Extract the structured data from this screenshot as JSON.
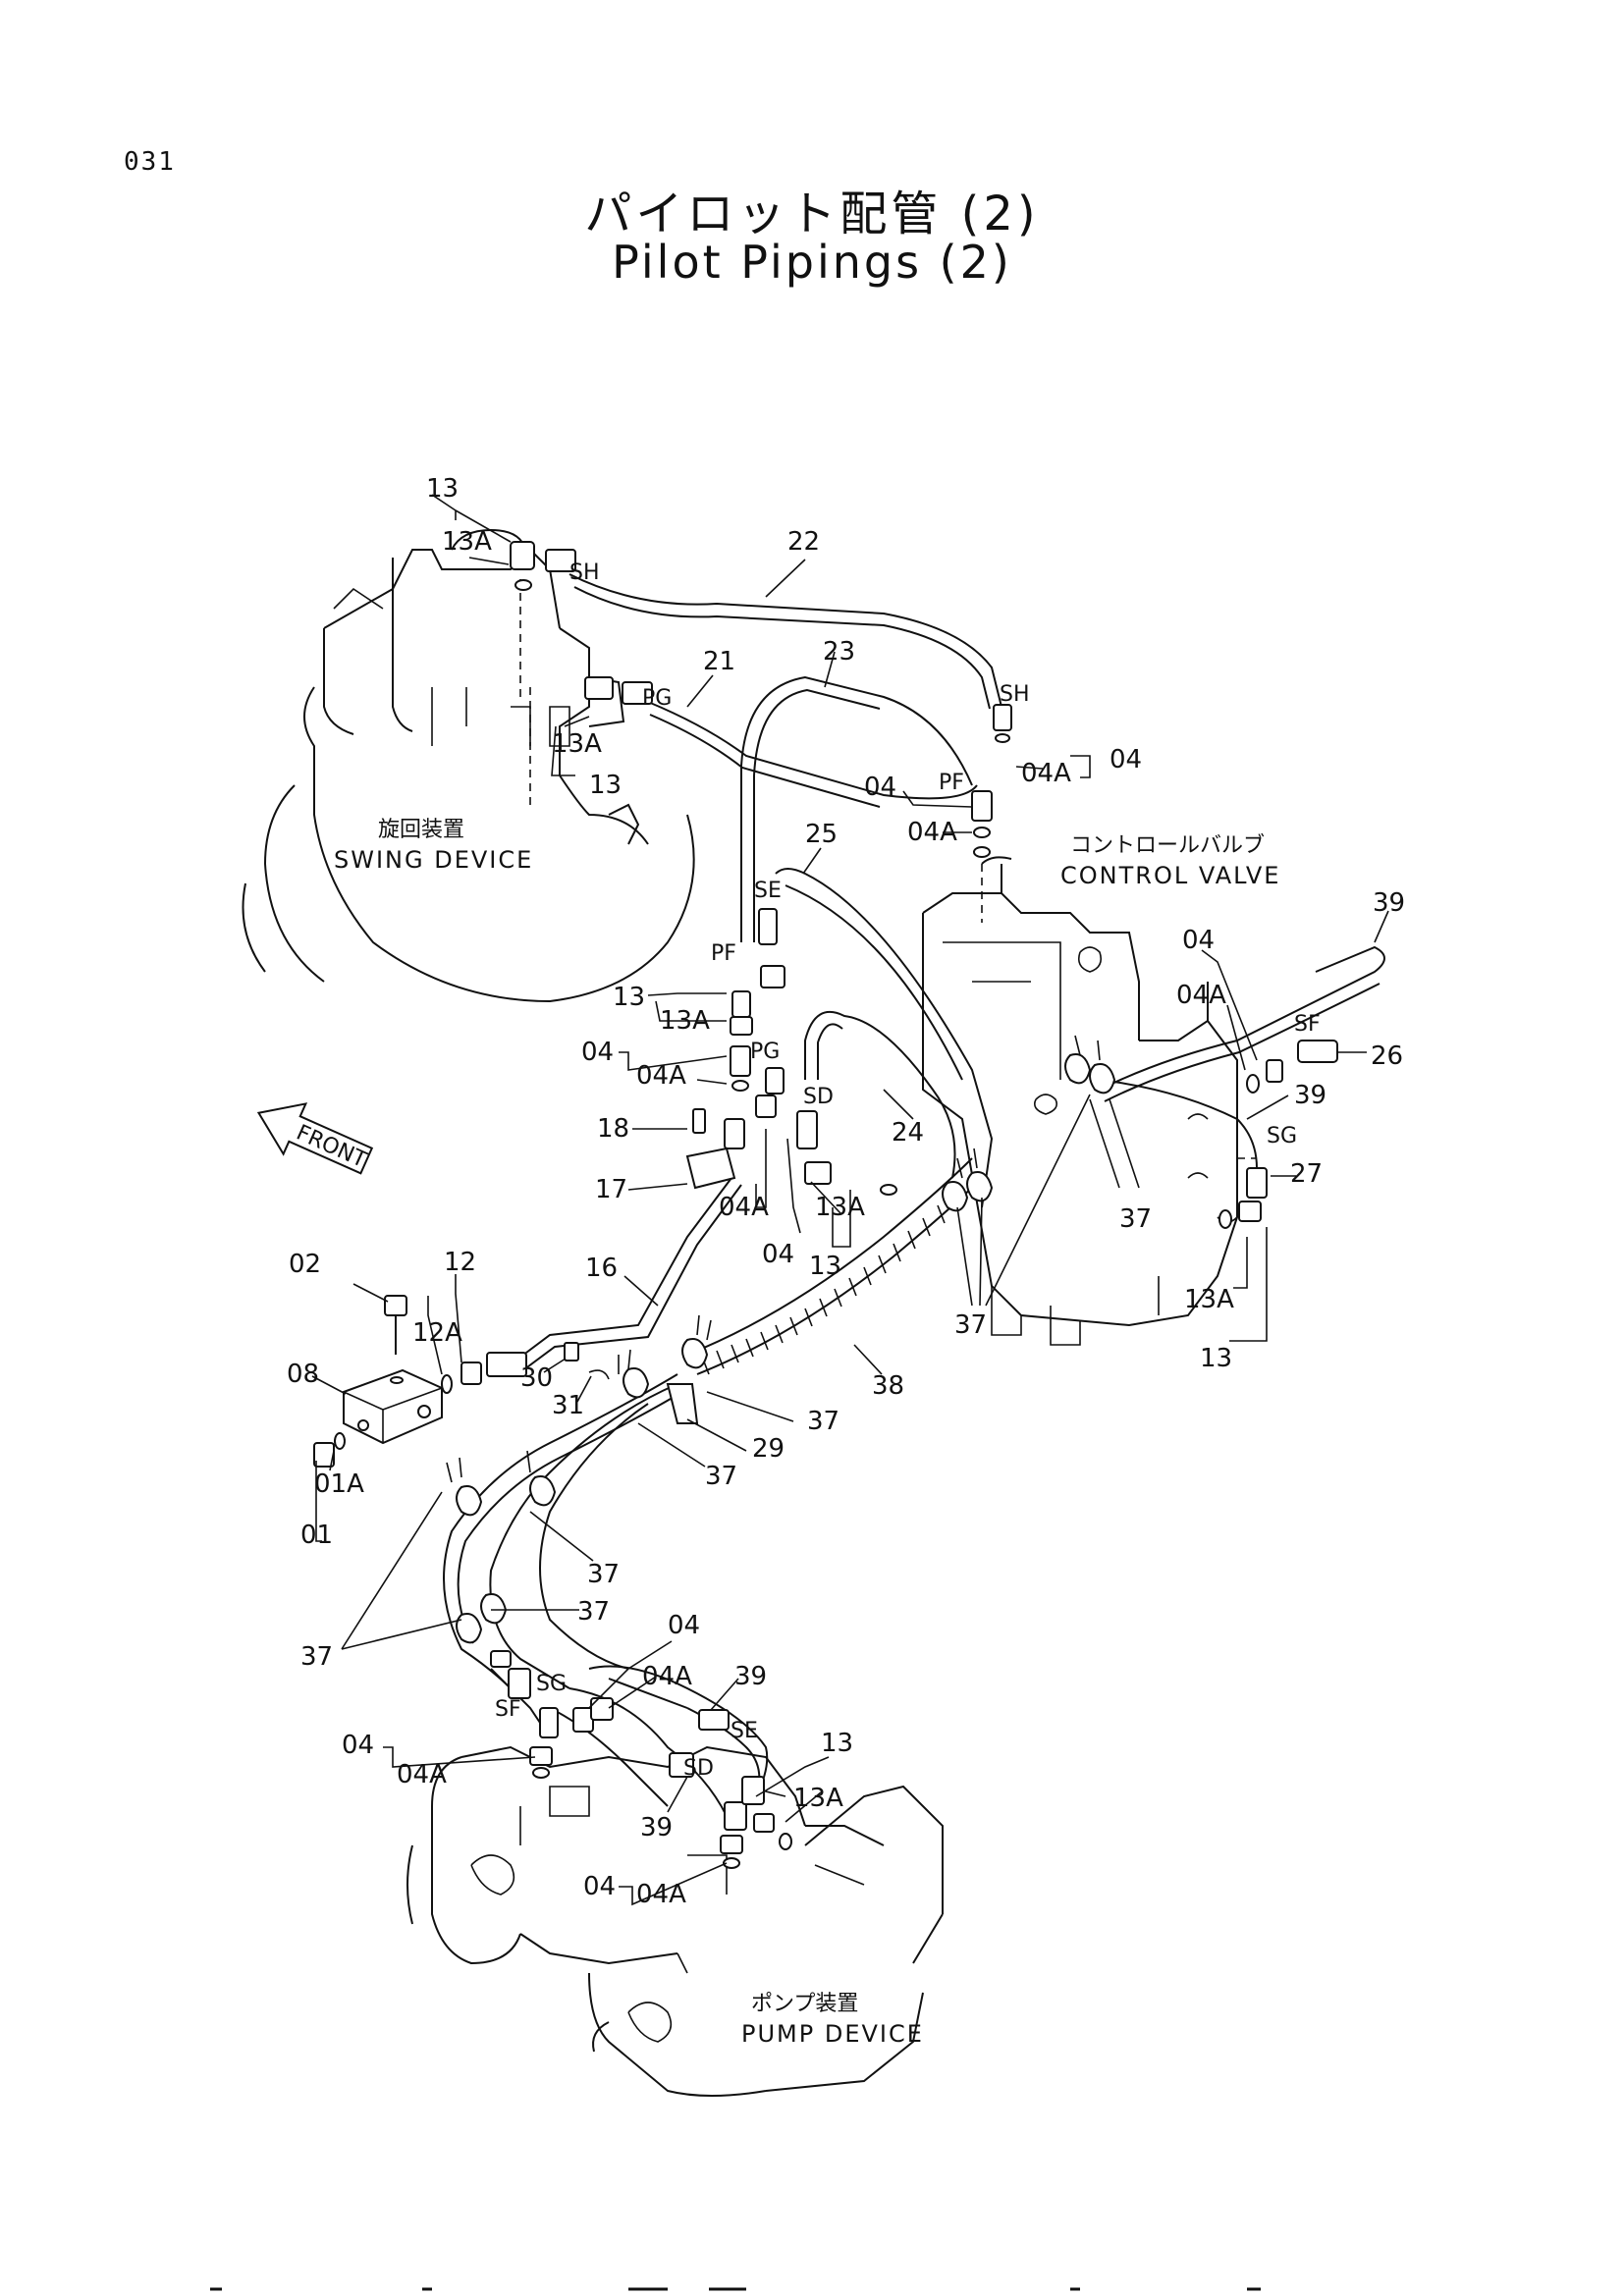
{
  "page": {
    "number": "031"
  },
  "title": {
    "japanese": "パイロット配管 (2)",
    "english": "Pilot Pipings (2)"
  },
  "components": {
    "swing_device": {
      "jp": "旋回装置",
      "en": "SWING DEVICE"
    },
    "control_valve": {
      "jp": "コントロールバルブ",
      "en": "CONTROL VALVE"
    },
    "pump_device": {
      "jp": "ポンプ装置",
      "en": "PUMP DEVICE"
    },
    "front_arrow": "FRONT"
  },
  "callouts": {
    "c13_a": "13",
    "c13a_a": "13A",
    "sh_a": "SH",
    "c22": "22",
    "c21": "21",
    "c23": "23",
    "pg_a": "PG",
    "c13a_b": "13A",
    "c13_b": "13",
    "sh_b": "SH",
    "pf_a": "PF",
    "c04_a": "04",
    "c04a_a": "04A",
    "c04_b": "04",
    "c04a_b": "04A",
    "c25": "25",
    "se_a": "SE",
    "pf_b": "PF",
    "c13_c": "13",
    "c13a_c": "13A",
    "pg_b": "PG",
    "c04_c": "04",
    "c04a_c": "04A",
    "sd_a": "SD",
    "c18": "18",
    "c17": "17",
    "c24": "24",
    "c04a_d": "04A",
    "c04_d": "04",
    "c13a_d": "13A",
    "c13_d": "13",
    "c39_a": "39",
    "c04_e": "04",
    "c04a_e": "04A",
    "sf_a": "SF",
    "c26": "26",
    "c39_b": "39",
    "sg_a": "SG",
    "c27": "27",
    "c37_a": "37",
    "c13a_e": "13A",
    "c13_e": "13",
    "c02": "02",
    "c12": "12",
    "c12a": "12A",
    "c16": "16",
    "c08": "08",
    "c30": "30",
    "c31": "31",
    "c38": "38",
    "c37_b": "37",
    "c37_c": "37",
    "c29": "29",
    "c37_d": "37",
    "c01a": "01A",
    "c01": "01",
    "c37_e": "37",
    "c37_f": "37",
    "c37_g": "37",
    "c04_f": "04",
    "c04a_f": "04A",
    "c39_c": "39",
    "sg_b": "SG",
    "sf_b": "SF",
    "c04_g": "04",
    "c04a_g": "04A",
    "se_b": "SE",
    "c13_f": "13",
    "sd_b": "SD",
    "c13a_f": "13A",
    "c39_d": "39",
    "c04_h": "04",
    "c04a_h": "04A"
  }
}
